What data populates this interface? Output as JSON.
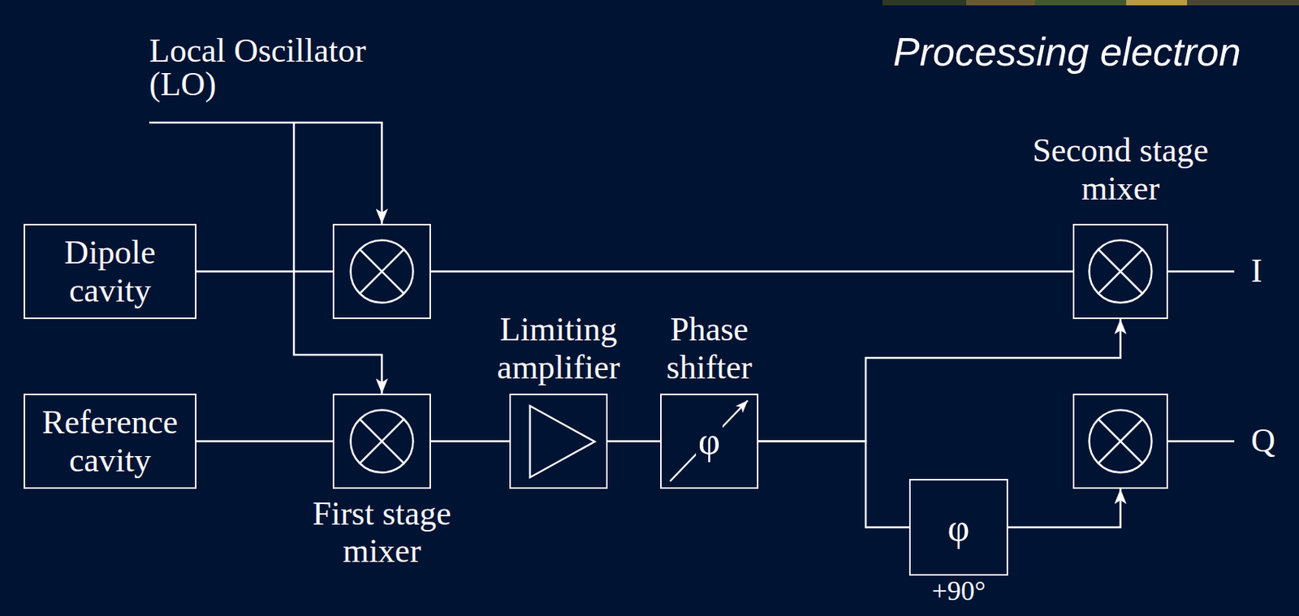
{
  "diagram": {
    "title": "Processing electron",
    "nodes": [
      {
        "text": [
          "Dipole cavity"
        ]
      },
      {
        "text": []
      },
      {
        "text": [
          "Second stage mixer"
        ]
      },
      {
        "text": [
          "Reference cavity"
        ]
      },
      {
        "text": [
          "First stage mixer"
        ]
      },
      {
        "text": [
          "Limiting amplifier"
        ]
      },
      {
        "text": [
          "Phase shifter",
          "φ"
        ]
      },
      {
        "text": []
      },
      {
        "text": [
          "φ",
          "+90°"
        ]
      }
    ],
    "edges": [
      {
        "from": 0,
        "to": 1,
        "arrow": "none"
      },
      {
        "from": 1,
        "to": 2,
        "arrow": "none"
      },
      {
        "from": 3,
        "to": 4,
        "arrow": "none"
      },
      {
        "from": 4,
        "to": 5,
        "arrow": "none"
      },
      {
        "from": 5,
        "to": 6,
        "arrow": "none"
      },
      {
        "from": 6,
        "to": 2,
        "arrow": "to"
      },
      {
        "from": 6,
        "to": 8,
        "arrow": "none"
      },
      {
        "from": 8,
        "to": 7,
        "arrow": "to"
      }
    ],
    "labels": [
      "Local Oscillator (LO)",
      "I",
      "Q"
    ]
  }
}
